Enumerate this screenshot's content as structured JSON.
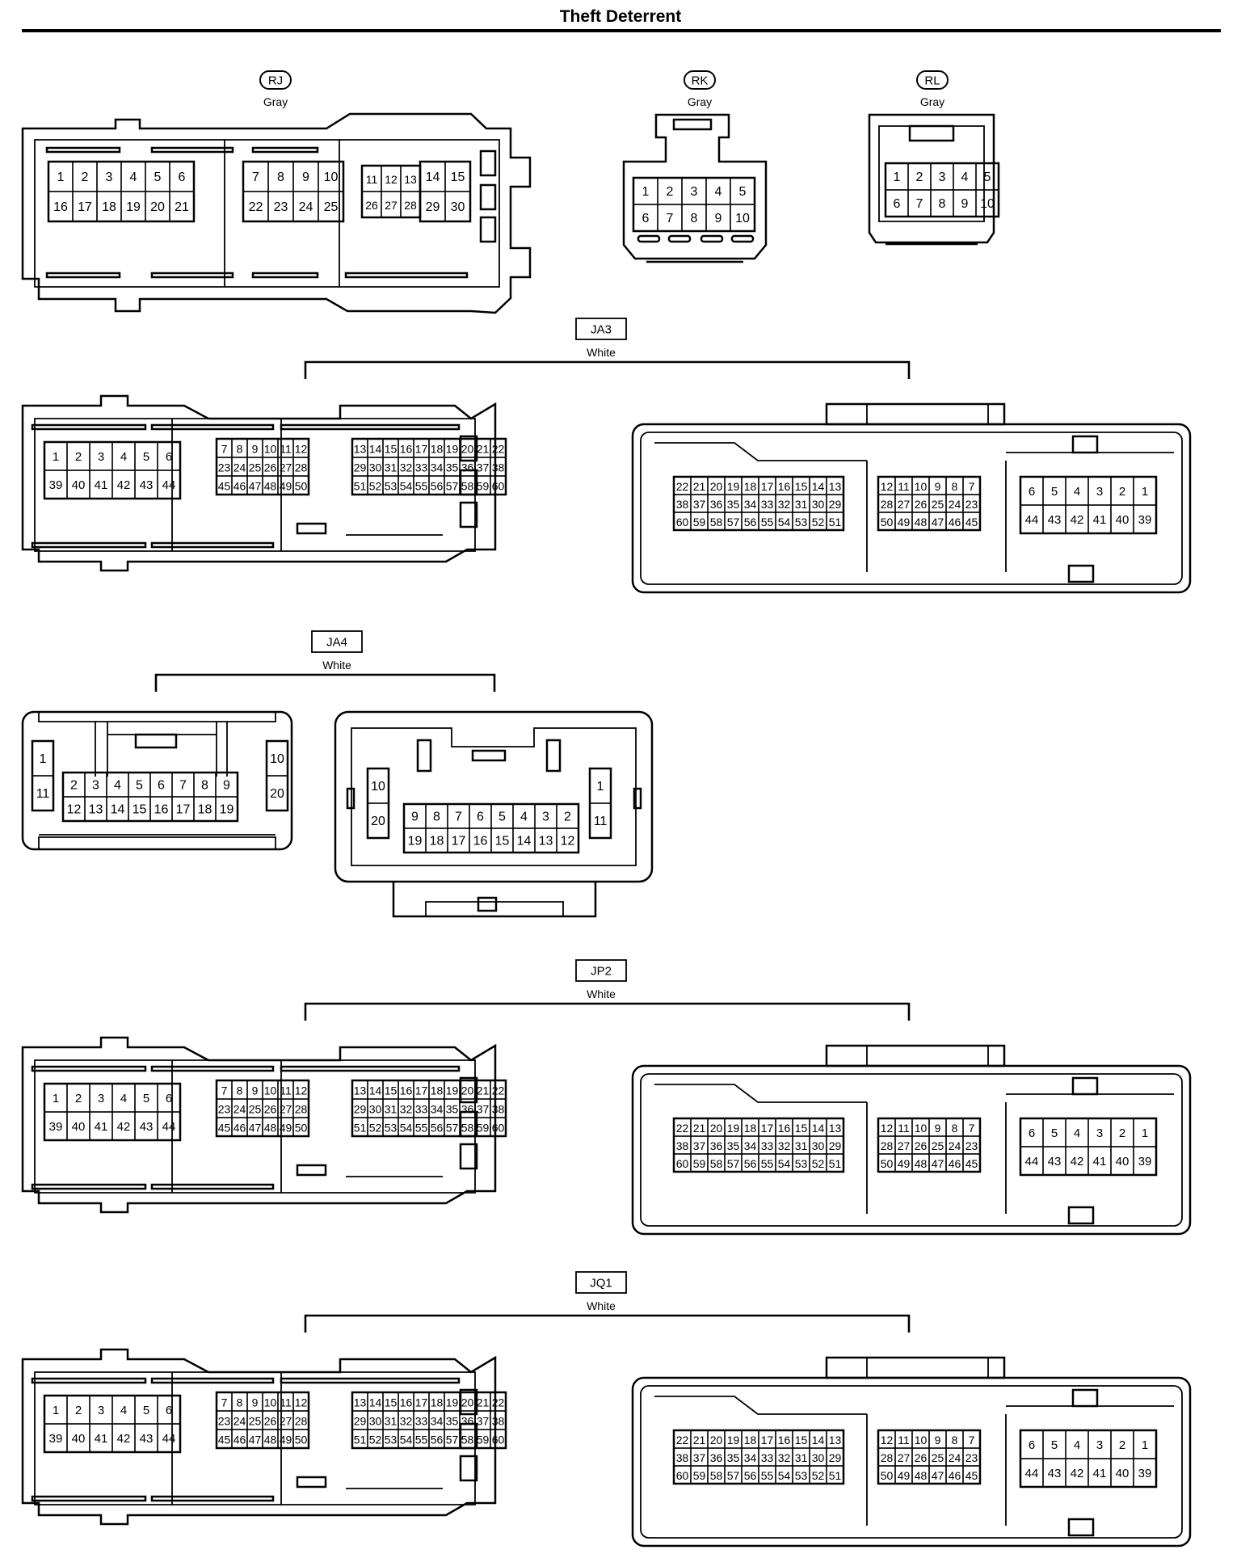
{
  "title": "Theft Deterrent",
  "connectors": {
    "RJ": {
      "code": "RJ",
      "color": "Gray",
      "groups": [
        [
          "1",
          "2",
          "3",
          "4",
          "5",
          "6",
          "16",
          "17",
          "18",
          "19",
          "20",
          "21"
        ],
        [
          "7",
          "8",
          "9",
          "10",
          "22",
          "23",
          "24",
          "25"
        ],
        [
          "11",
          "12",
          "13",
          "26",
          "27",
          "28"
        ],
        [
          "14",
          "15",
          "29",
          "30"
        ]
      ]
    },
    "RK": {
      "code": "RK",
      "color": "Gray",
      "pins": [
        "1",
        "2",
        "3",
        "4",
        "5",
        "6",
        "7",
        "8",
        "9",
        "10"
      ]
    },
    "RL": {
      "code": "RL",
      "color": "Gray",
      "pins": [
        "1",
        "2",
        "3",
        "4",
        "5",
        "6",
        "7",
        "8",
        "9",
        "10"
      ]
    },
    "JA3": {
      "code": "JA3",
      "color": "White"
    },
    "JA4": {
      "code": "JA4",
      "color": "White",
      "left_side": [
        "1",
        "11",
        "10",
        "20"
      ],
      "left_main": [
        "2",
        "3",
        "4",
        "5",
        "6",
        "7",
        "8",
        "9",
        "12",
        "13",
        "14",
        "15",
        "16",
        "17",
        "18",
        "19"
      ],
      "right_side": [
        "10",
        "20",
        "1",
        "11"
      ],
      "right_main": [
        "9",
        "8",
        "7",
        "6",
        "5",
        "4",
        "3",
        "2",
        "19",
        "18",
        "17",
        "16",
        "15",
        "14",
        "13",
        "12"
      ]
    },
    "JP2": {
      "code": "JP2",
      "color": "White"
    },
    "JQ1": {
      "code": "JQ1",
      "color": "White"
    }
  },
  "block60": {
    "left_g1": [
      "1",
      "2",
      "3",
      "4",
      "5",
      "6",
      "39",
      "40",
      "41",
      "42",
      "43",
      "44"
    ],
    "left_g2": [
      "7",
      "8",
      "9",
      "10",
      "11",
      "12",
      "23",
      "24",
      "25",
      "26",
      "27",
      "28",
      "45",
      "46",
      "47",
      "48",
      "49",
      "50"
    ],
    "left_g3": [
      "13",
      "14",
      "15",
      "16",
      "17",
      "18",
      "19",
      "20",
      "21",
      "22",
      "29",
      "30",
      "31",
      "32",
      "33",
      "34",
      "35",
      "36",
      "37",
      "38",
      "51",
      "52",
      "53",
      "54",
      "55",
      "56",
      "57",
      "58",
      "59",
      "60"
    ],
    "right_g1": [
      "22",
      "21",
      "20",
      "19",
      "18",
      "17",
      "16",
      "15",
      "14",
      "13",
      "38",
      "37",
      "36",
      "35",
      "34",
      "33",
      "32",
      "31",
      "30",
      "29",
      "60",
      "59",
      "58",
      "57",
      "56",
      "55",
      "54",
      "53",
      "52",
      "51"
    ],
    "right_g2": [
      "12",
      "11",
      "10",
      "9",
      "8",
      "7",
      "28",
      "27",
      "26",
      "25",
      "24",
      "23",
      "50",
      "49",
      "48",
      "47",
      "46",
      "45"
    ],
    "right_g3": [
      "6",
      "5",
      "4",
      "3",
      "2",
      "1",
      "44",
      "43",
      "42",
      "41",
      "40",
      "39"
    ]
  }
}
